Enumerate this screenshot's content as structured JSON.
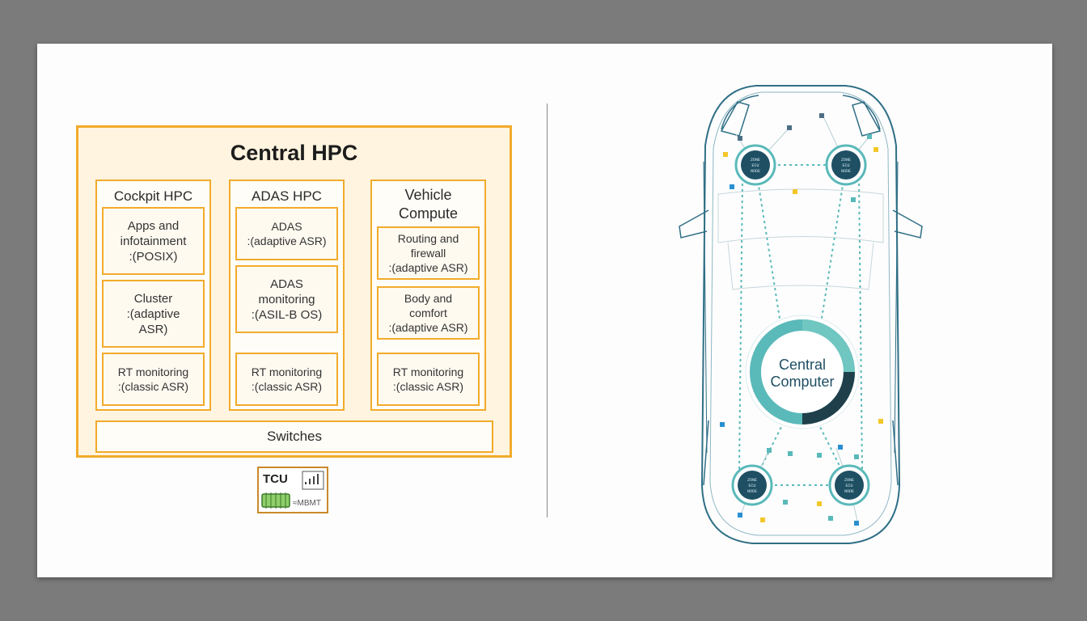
{
  "central_hpc": {
    "title": "Central HPC",
    "columns": [
      {
        "title": "Cockpit HPC",
        "boxes": [
          "Apps and\ninfotainment\n:(POSIX)",
          "Cluster\n:(adaptive\nASR)",
          "RT monitoring\n:(classic ASR)"
        ]
      },
      {
        "title": "ADAS HPC",
        "boxes": [
          "ADAS\n:(adaptive ASR)",
          "ADAS\nmonitoring\n:(ASIL-B OS)",
          "RT monitoring\n:(classic ASR)"
        ]
      },
      {
        "title": "Vehicle\nCompute",
        "boxes": [
          "Routing and\nfirewall\n:(adaptive ASR)",
          "Body and\ncomfort\n:(adaptive ASR)",
          "RT monitoring\n:(classic ASR)"
        ]
      }
    ],
    "switches": "Switches"
  },
  "tcu": {
    "label": "TCU",
    "chip_text": "≈MBMT"
  },
  "car": {
    "central_label_1": "Central",
    "central_label_2": "Computer",
    "zone_text": "ZONE\nECU\nNODE"
  },
  "colors": {
    "orange": "#f2ab2b",
    "orange_fill": "#fff4df",
    "teal": "#5ab9b9",
    "dark_teal": "#1f4f63",
    "car_outline": "#2f6f86",
    "yellow": "#f3c72a",
    "blue": "#2a8fd0"
  }
}
